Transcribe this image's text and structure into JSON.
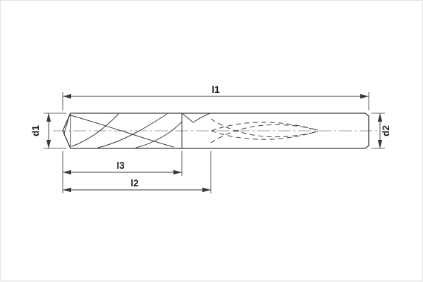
{
  "diagram": {
    "type": "technical-drawing",
    "labels": {
      "l1": "l1",
      "l2": "l2",
      "l3": "l3",
      "d1": "d1",
      "d2": "d2"
    },
    "colors": {
      "outline": "#3a3a3a",
      "dimension": "#3a3a3a",
      "centerline": "#98a2ad",
      "background": "#ffffff"
    }
  }
}
